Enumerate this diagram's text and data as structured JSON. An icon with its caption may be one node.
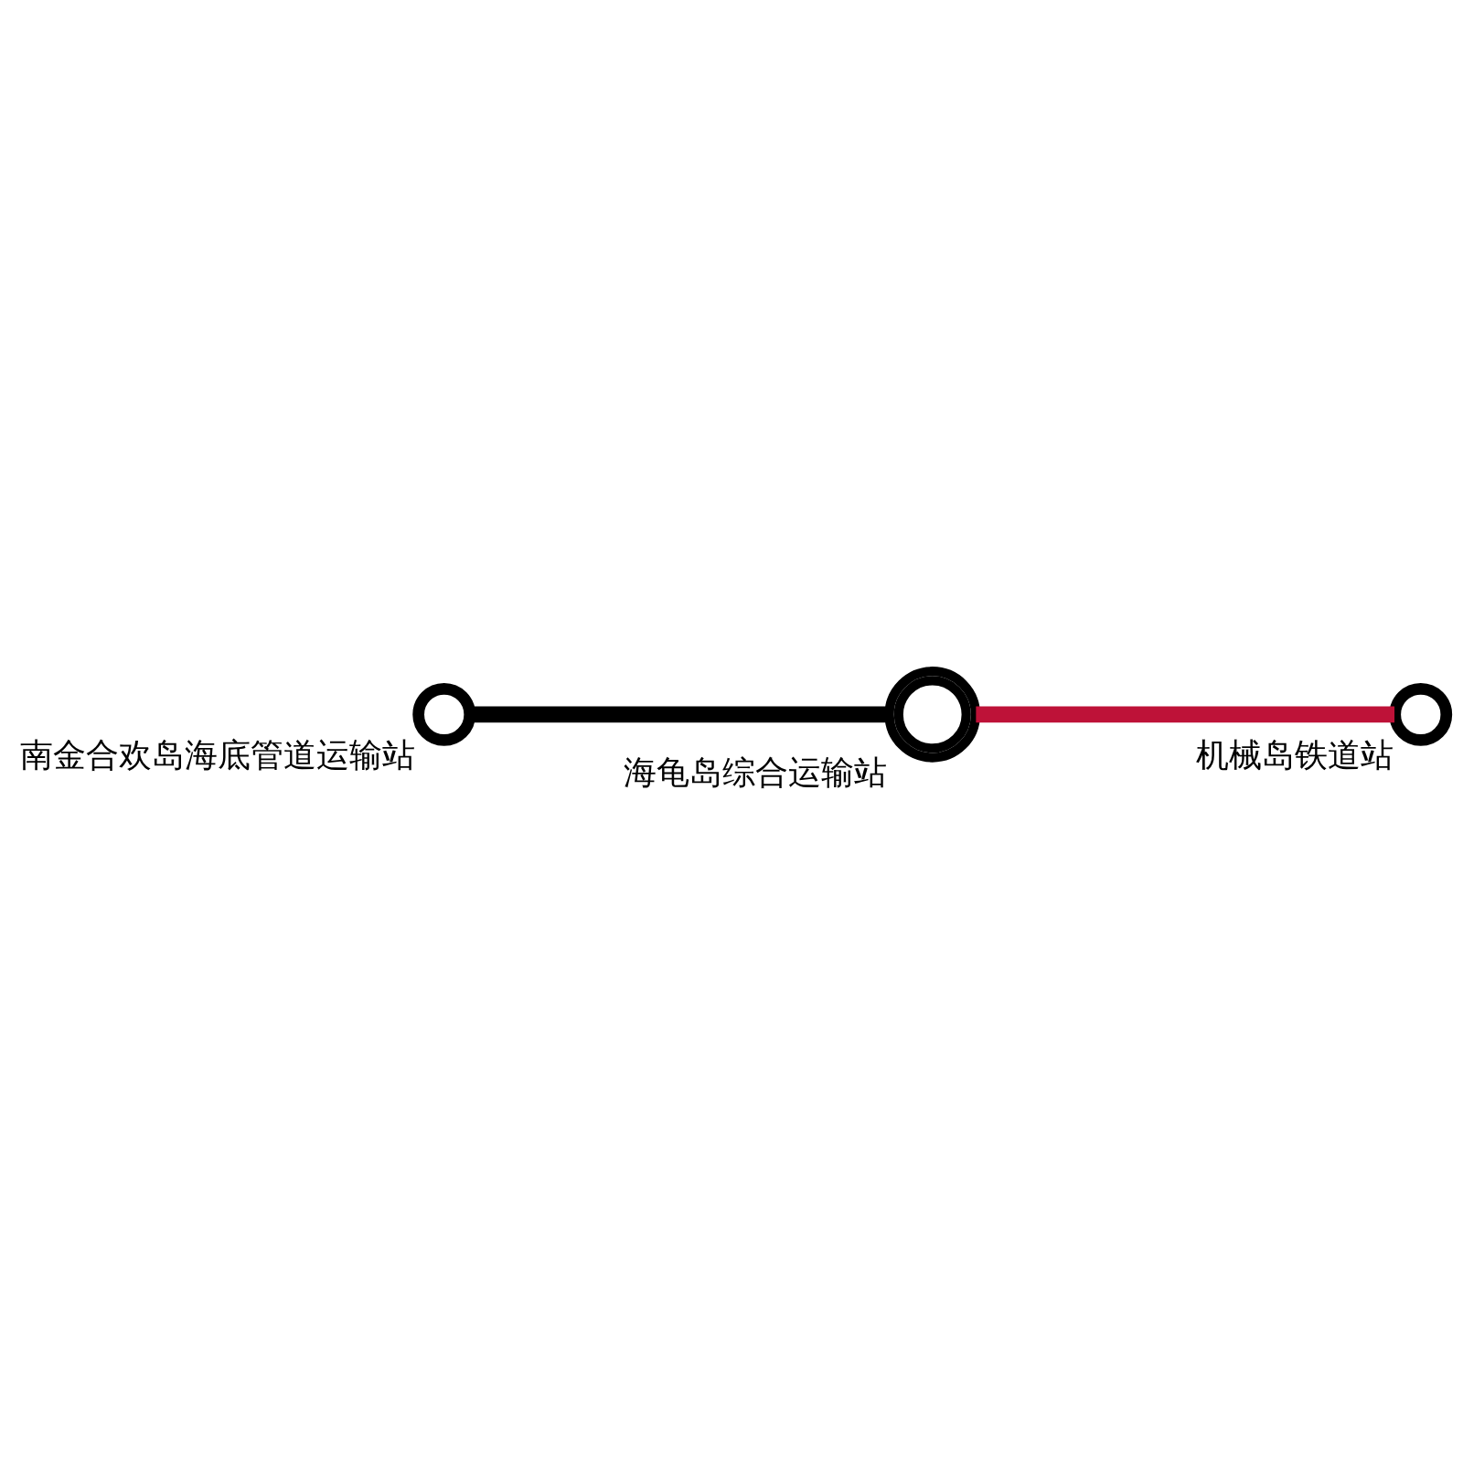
{
  "diagram": {
    "nodes": [
      {
        "text": [],
        "shape": "circle",
        "beside": [
          "南金合欢岛海底管道运输站"
        ]
      },
      {
        "text": [],
        "shape": "doublecircle",
        "beside": [
          "海龟岛综合运输站"
        ]
      },
      {
        "text": [],
        "shape": "circle",
        "beside": [
          "机械岛铁道站"
        ]
      }
    ],
    "edges": [
      {
        "from": 0,
        "to": 1,
        "arrow": "none",
        "color": "#000000"
      },
      {
        "from": 1,
        "to": 2,
        "arrow": "none",
        "color": "#be1238"
      }
    ]
  }
}
